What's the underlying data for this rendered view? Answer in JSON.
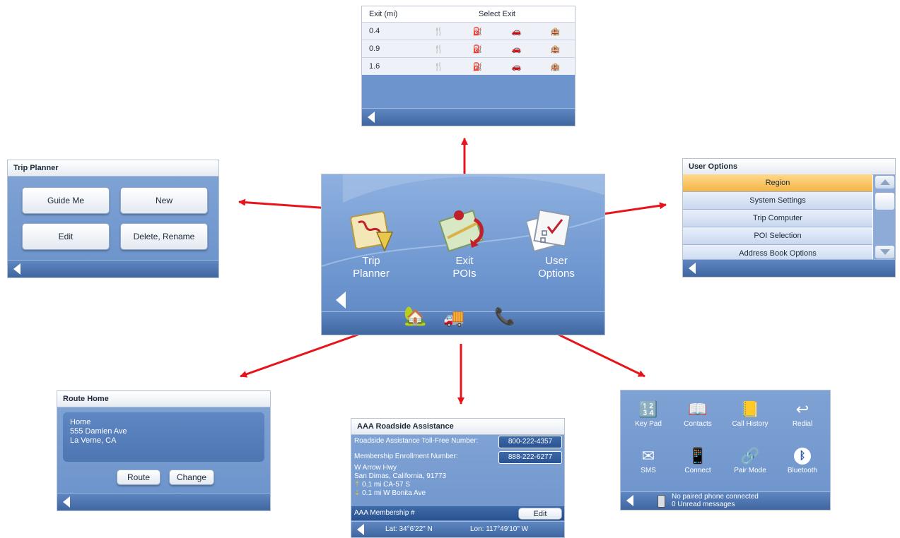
{
  "exit_pois": {
    "header_col1": "Exit  (mi)",
    "header_col2": "Select Exit",
    "rows": [
      {
        "distance": "0.4"
      },
      {
        "distance": "0.9"
      },
      {
        "distance": "1.6"
      }
    ],
    "icons": [
      "food-icon",
      "gas-icon",
      "car-icon",
      "lodging-icon"
    ]
  },
  "trip_planner": {
    "title": "Trip Planner",
    "buttons": [
      "Guide Me",
      "New",
      "Edit",
      "Delete, Rename"
    ]
  },
  "user_options": {
    "title": "User Options",
    "items": [
      "Region",
      "System Settings",
      "Trip Computer",
      "POI Selection",
      "Address Book Options"
    ],
    "selected": "Region"
  },
  "main_menu": {
    "items": [
      {
        "label_line1": "Trip",
        "label_line2": "Planner"
      },
      {
        "label_line1": "Exit",
        "label_line2": "POIs"
      },
      {
        "label_line1": "User",
        "label_line2": "Options"
      }
    ],
    "bottom_icons": [
      "home-icon",
      "tow-truck-icon",
      "phone-icon"
    ]
  },
  "route_home": {
    "title": "Route Home",
    "address_line1": "Home",
    "address_line2": "555 Damien Ave",
    "address_line3": "La Verne, CA",
    "route_button": "Route",
    "change_button": "Change"
  },
  "aaa": {
    "title": "AAA Roadside Assistance",
    "tollfree_label": "Roadside Assistance Toll-Free Number:",
    "tollfree_number": "800-222-4357",
    "membership_label": "Membership Enrollment Number:",
    "membership_number": "888-222-6277",
    "street": "W Arrow Hwy",
    "city": "San Dimas, California, 91773",
    "direction1": "0.1 mi CA-57 S",
    "direction2": "0.1 mi W Bonita Ave",
    "membership_field": "AAA Membership #",
    "edit_button": "Edit",
    "lat": "Lat:  34°6'22\"  N",
    "lon": "Lon:  117°49'10\"  W"
  },
  "phone": {
    "items": [
      "Key Pad",
      "Contacts",
      "Call History",
      "Redial",
      "SMS",
      "Connect",
      "Pair Mode",
      "Bluetooth"
    ],
    "status_line1": "No paired phone connected",
    "status_line2": "0 Unread messages"
  },
  "colors": {
    "accent_blue": "#6d94cc",
    "arrow_red": "#e8141b",
    "selected_row": "#f4b548"
  }
}
